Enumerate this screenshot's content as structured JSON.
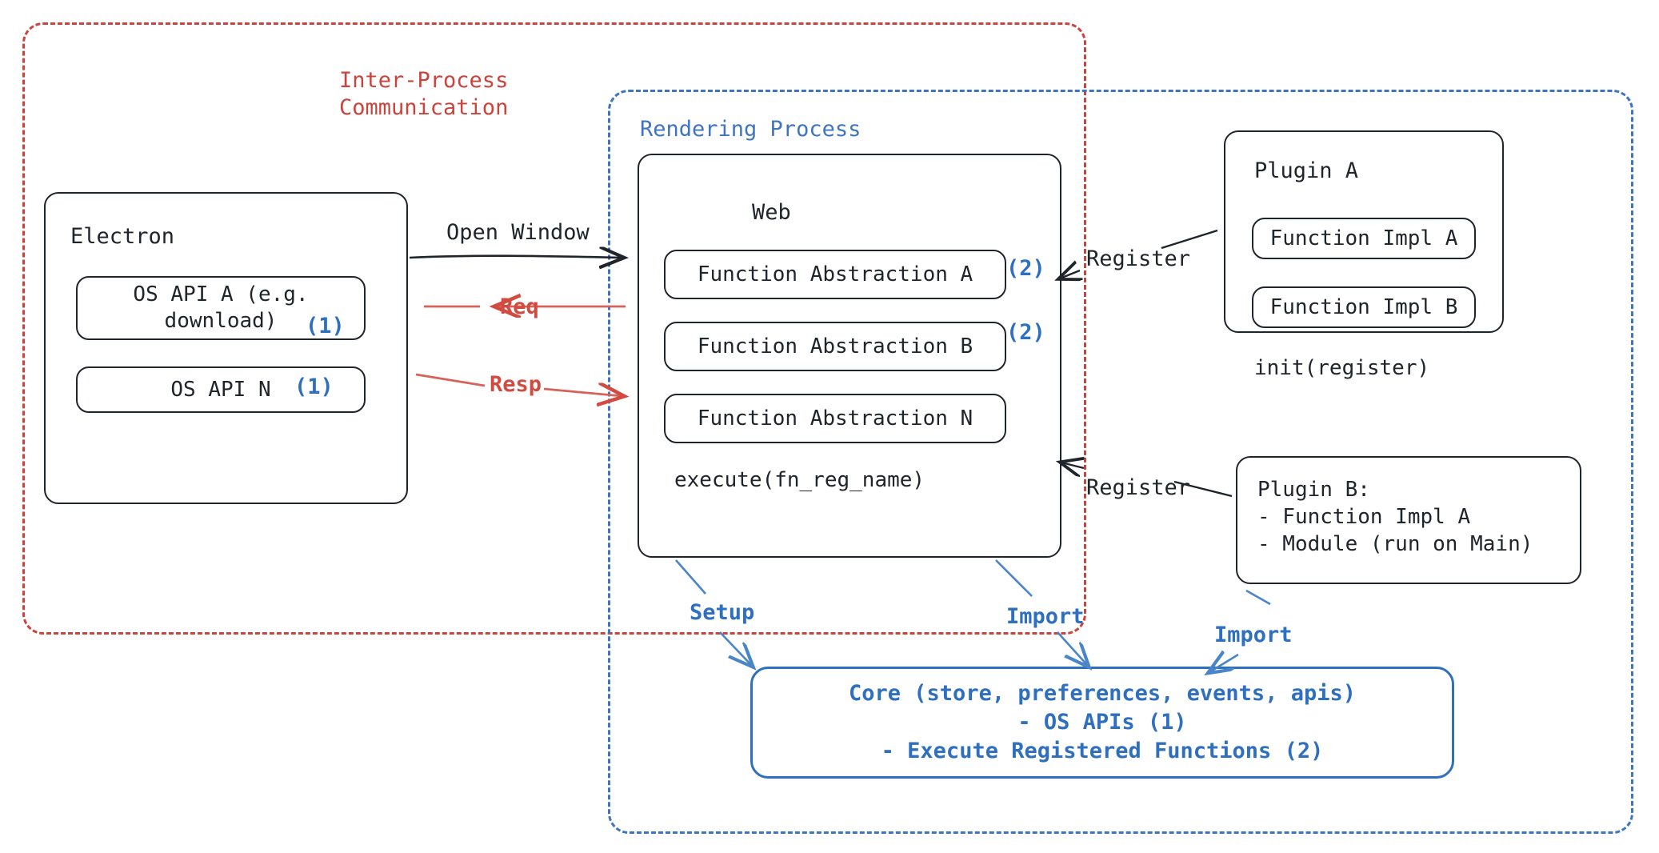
{
  "diagram": {
    "regions": {
      "ipc": {
        "title": "Inter-Process\nCommunication",
        "color": "#c9443c"
      },
      "rendering": {
        "title": "Rendering Process",
        "color": "#3f74c0"
      }
    },
    "electron": {
      "title": "Electron",
      "apis": [
        {
          "label": "OS API A (e.g.\ndownload)",
          "badge": "(1)"
        },
        {
          "label": "OS API N",
          "badge": "(1)"
        }
      ]
    },
    "web": {
      "title": "Web",
      "abstractions": [
        {
          "label": "Function Abstraction A",
          "badge": "(2)"
        },
        {
          "label": "Function Abstraction B",
          "badge": "(2)"
        },
        {
          "label": "Function Abstraction N",
          "badge": ""
        }
      ],
      "execute": "execute(fn_reg_name)"
    },
    "plugin_a": {
      "title": "Plugin A",
      "impls": [
        {
          "label": "Function Impl A"
        },
        {
          "label": "Function Impl B"
        }
      ],
      "init": "init(register)"
    },
    "plugin_b": {
      "text": "Plugin B:\n- Function Impl A\n- Module (run on Main)"
    },
    "core": {
      "text": "Core (store, preferences, events, apis)\n- OS APIs (1)\n- Execute Registered Functions (2)",
      "color": "#2f6fc0"
    },
    "arrows": {
      "open_window": "Open Window",
      "req": "Req",
      "resp": "Resp",
      "register_plugin_a": "Register",
      "register_plugin_b": "Register",
      "setup": "Setup",
      "import_web": "Import",
      "import_plugin_b": "Import"
    }
  }
}
